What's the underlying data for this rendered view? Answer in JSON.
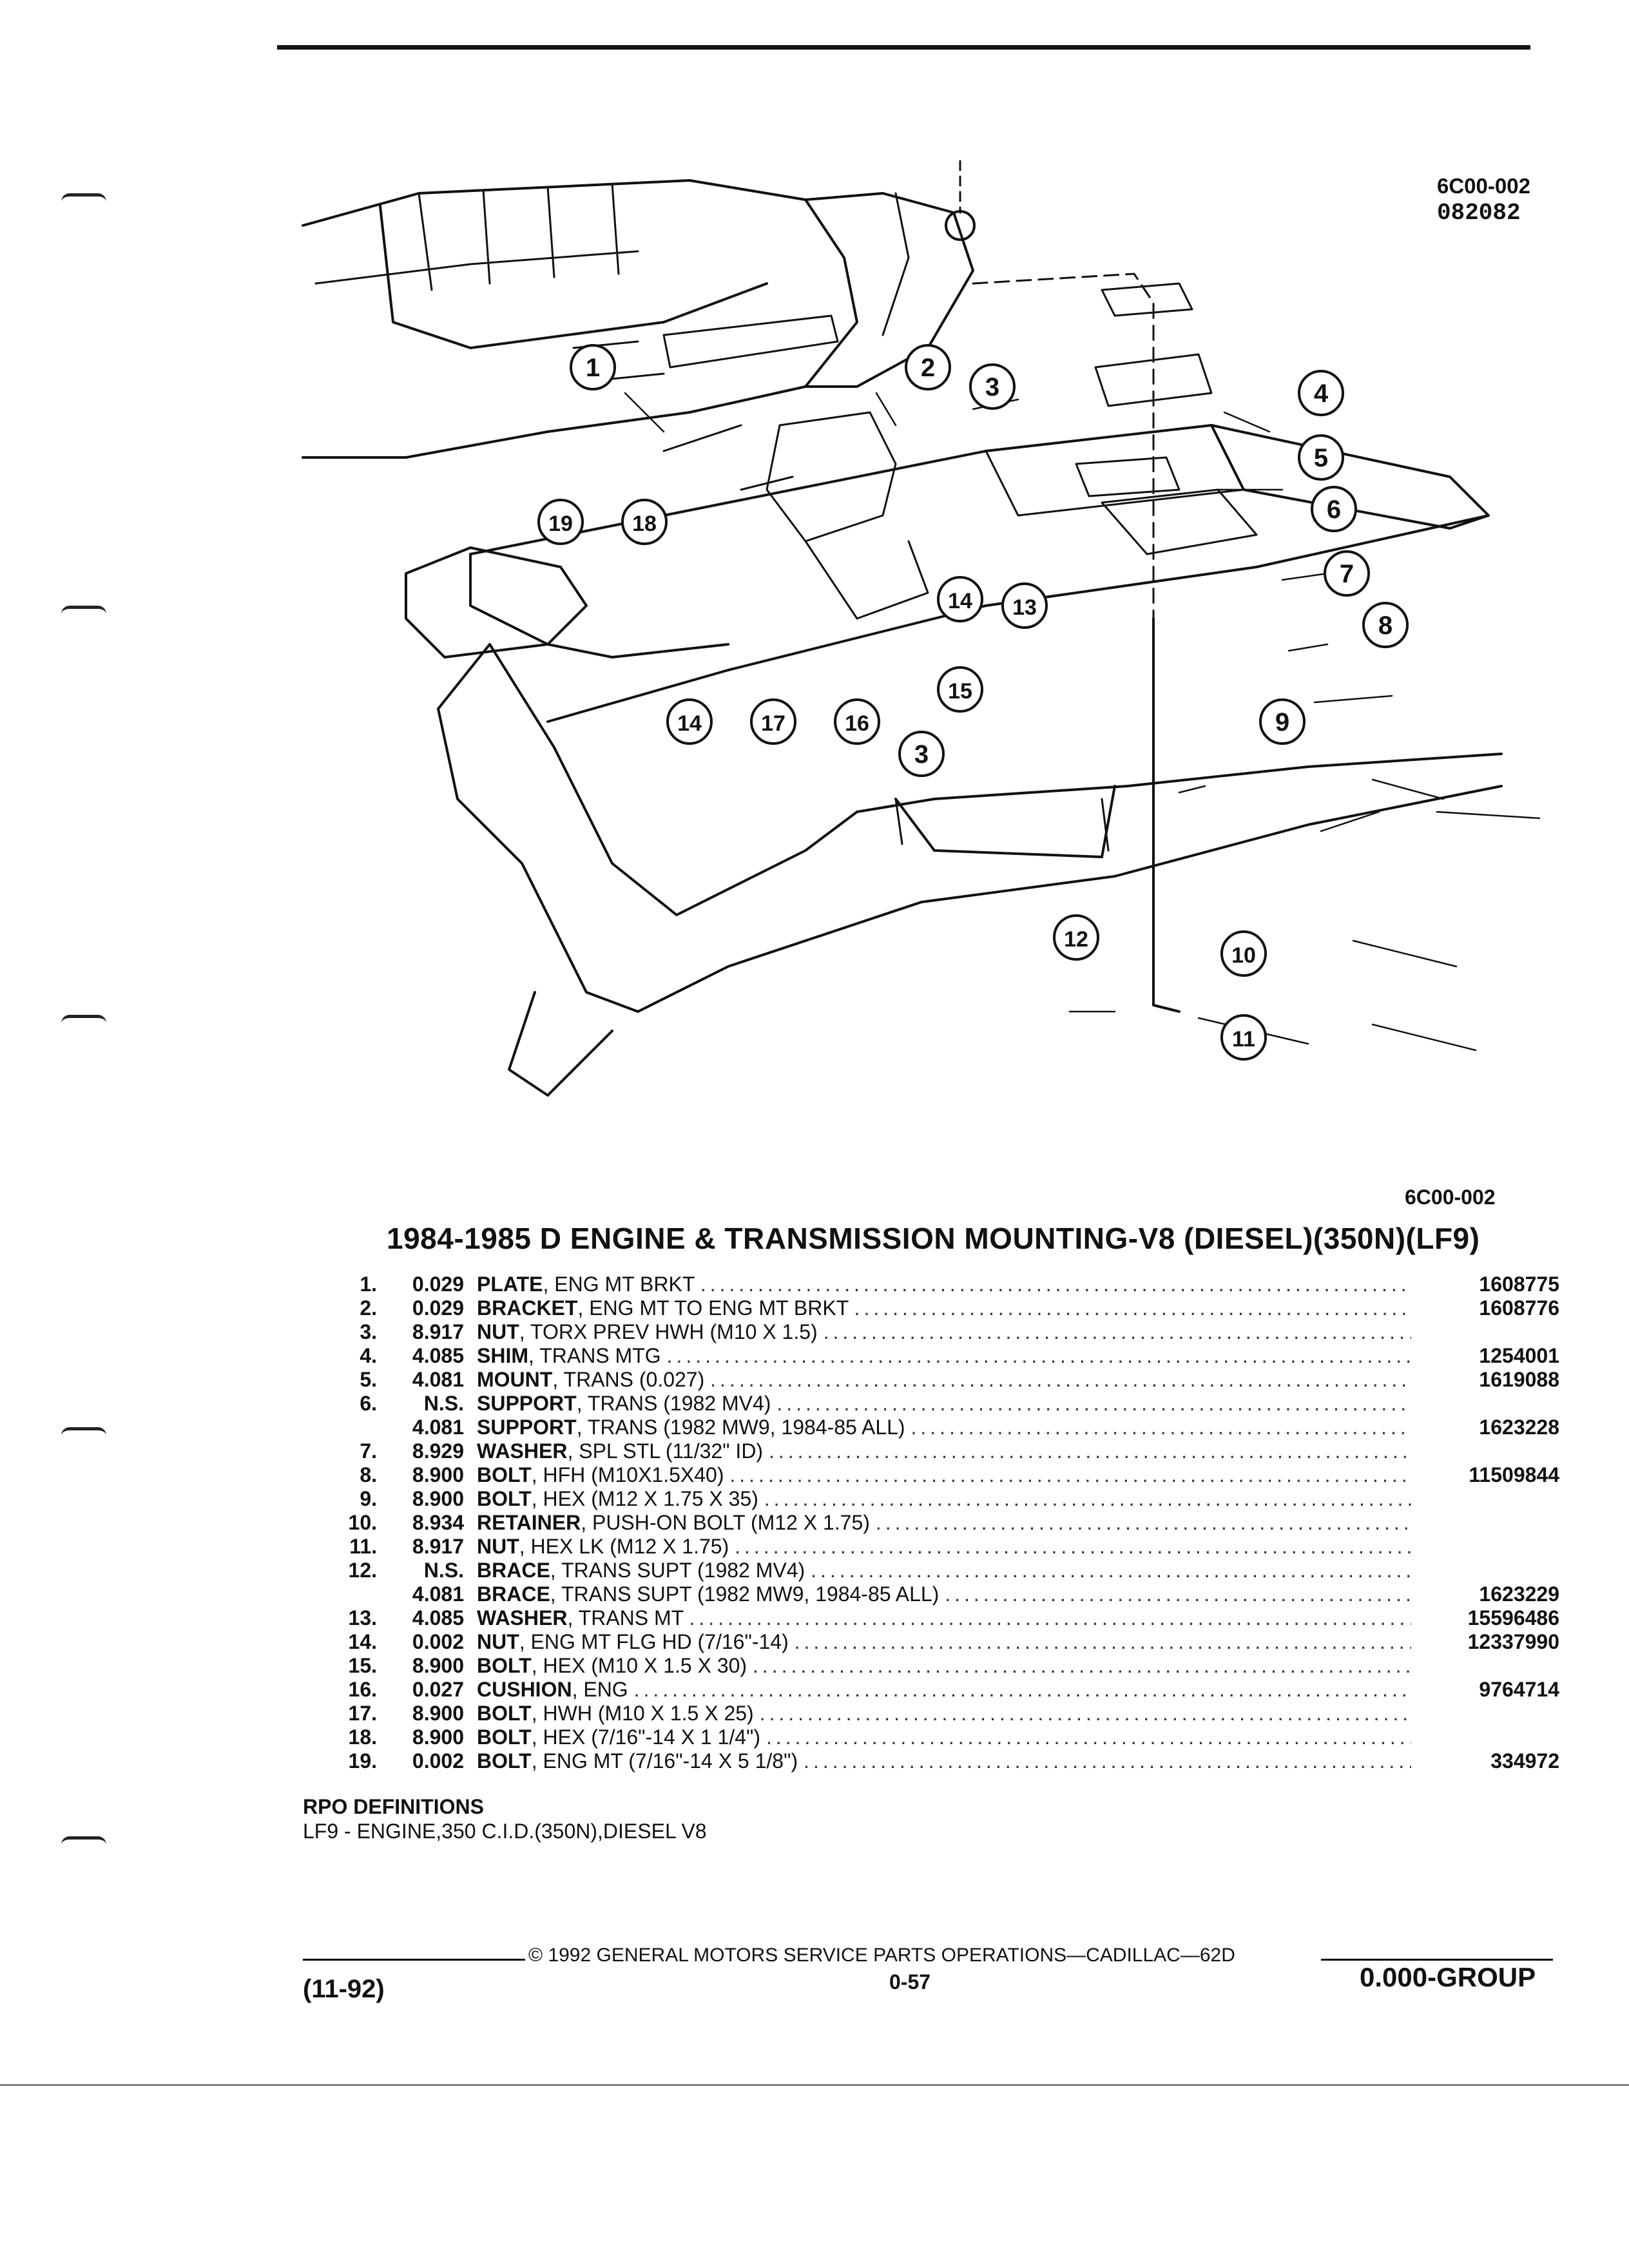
{
  "diagram": {
    "code": "6C00-002",
    "serial": "082082",
    "callouts": [
      "1",
      "2",
      "3",
      "4",
      "5",
      "6",
      "7",
      "8",
      "9",
      "10",
      "11",
      "12",
      "13",
      "14",
      "15",
      "16",
      "17",
      "18",
      "19"
    ]
  },
  "diagram_code_2": "6C00-002",
  "title": "1984-1985 D ENGINE & TRANSMISSION MOUNTING-V8 (DIESEL)(350N)(LF9)",
  "parts": [
    {
      "num": "1.",
      "qty": "0.029",
      "name": "PLATE",
      "detail": ", ENG MT BRKT",
      "pn": "1608775"
    },
    {
      "num": "2.",
      "qty": "0.029",
      "name": "BRACKET",
      "detail": ", ENG MT TO ENG MT BRKT",
      "pn": "1608776"
    },
    {
      "num": "3.",
      "qty": "8.917",
      "name": "NUT",
      "detail": ", TORX PREV HWH (M10 X 1.5)",
      "pn": ""
    },
    {
      "num": "4.",
      "qty": "4.085",
      "name": "SHIM",
      "detail": ", TRANS MTG",
      "pn": "1254001"
    },
    {
      "num": "5.",
      "qty": "4.081",
      "name": "MOUNT",
      "detail": ", TRANS (0.027)",
      "pn": "1619088"
    },
    {
      "num": "6.",
      "qty": "N.S.",
      "name": "SUPPORT",
      "detail": ", TRANS (1982 MV4)",
      "pn": ""
    },
    {
      "num": "",
      "qty": "4.081",
      "name": "SUPPORT",
      "detail": ", TRANS (1982 MW9, 1984-85 ALL)",
      "pn": "1623228"
    },
    {
      "num": "7.",
      "qty": "8.929",
      "name": "WASHER",
      "detail": ", SPL STL (11/32\" ID)",
      "pn": ""
    },
    {
      "num": "8.",
      "qty": "8.900",
      "name": "BOLT",
      "detail": ", HFH (M10X1.5X40)",
      "pn": "11509844"
    },
    {
      "num": "9.",
      "qty": "8.900",
      "name": "BOLT",
      "detail": ", HEX (M12 X 1.75 X 35)",
      "pn": ""
    },
    {
      "num": "10.",
      "qty": "8.934",
      "name": "RETAINER",
      "detail": ", PUSH-ON BOLT (M12 X 1.75)",
      "pn": ""
    },
    {
      "num": "11.",
      "qty": "8.917",
      "name": "NUT",
      "detail": ", HEX LK (M12 X 1.75)",
      "pn": ""
    },
    {
      "num": "12.",
      "qty": "N.S.",
      "name": "BRACE",
      "detail": ", TRANS SUPT (1982 MV4)",
      "pn": ""
    },
    {
      "num": "",
      "qty": "4.081",
      "name": "BRACE",
      "detail": ", TRANS SUPT (1982 MW9, 1984-85 ALL)",
      "pn": "1623229"
    },
    {
      "num": "13.",
      "qty": "4.085",
      "name": "WASHER",
      "detail": ", TRANS MT",
      "pn": "15596486"
    },
    {
      "num": "14.",
      "qty": "0.002",
      "name": "NUT",
      "detail": ", ENG MT FLG HD (7/16\"-14)",
      "pn": "12337990"
    },
    {
      "num": "15.",
      "qty": "8.900",
      "name": "BOLT",
      "detail": ", HEX (M10 X 1.5 X 30)",
      "pn": ""
    },
    {
      "num": "16.",
      "qty": "0.027",
      "name": "CUSHION",
      "detail": ", ENG",
      "pn": "9764714"
    },
    {
      "num": "17.",
      "qty": "8.900",
      "name": "BOLT",
      "detail": ", HWH (M10 X 1.5 X 25)",
      "pn": ""
    },
    {
      "num": "18.",
      "qty": "8.900",
      "name": "BOLT",
      "detail": ", HEX (7/16\"-14 X 1 1/4\")",
      "pn": ""
    },
    {
      "num": "19.",
      "qty": "0.002",
      "name": "BOLT",
      "detail": ", ENG MT (7/16\"-14 X 5 1/8\")",
      "pn": "334972"
    }
  ],
  "rpo": {
    "heading": "RPO DEFINITIONS",
    "definition": "LF9 - ENGINE,350 C.I.D.(350N),DIESEL V8"
  },
  "footer": {
    "copyright": "© 1992 GENERAL MOTORS SERVICE PARTS OPERATIONS—CADILLAC—62D",
    "page": "0-57",
    "date": "(11-92)",
    "group": "0.000-GROUP"
  }
}
